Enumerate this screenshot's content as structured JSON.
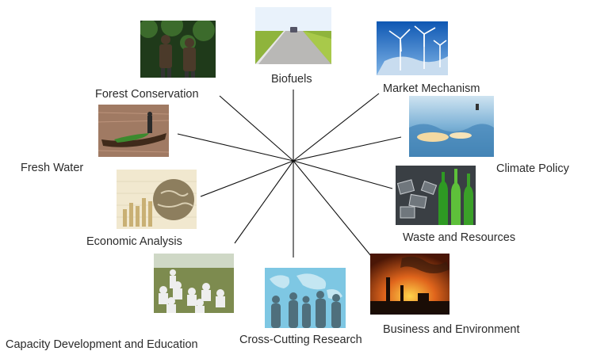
{
  "diagram": {
    "hub": "",
    "topics": [
      {
        "id": "biofuels",
        "label": "Biofuels",
        "image": "road-landscape-photo"
      },
      {
        "id": "market-mechanism",
        "label": "Market Mechanism",
        "image": "wind-turbines-photo"
      },
      {
        "id": "climate-policy",
        "label": "Climate Policy",
        "image": "melting-ice-photo"
      },
      {
        "id": "waste-and-resources",
        "label": "Waste and Resources",
        "image": "bottles-recycling-photo"
      },
      {
        "id": "business-and-environment",
        "label": "Business and Environment",
        "image": "industrial-smokestacks-photo"
      },
      {
        "id": "cross-cutting-research",
        "label": "Cross-Cutting Research",
        "image": "world-map-people-photo"
      },
      {
        "id": "capacity-development",
        "label": "Capacity Development and Education",
        "image": "outdoor-class-photo"
      },
      {
        "id": "economic-analysis",
        "label": "Economic Analysis",
        "image": "chart-globe-photo"
      },
      {
        "id": "fresh-water",
        "label": "Fresh Water",
        "image": "canoe-river-photo"
      },
      {
        "id": "forest-conservation",
        "label": "Forest Conservation",
        "image": "forest-people-photo"
      }
    ]
  }
}
